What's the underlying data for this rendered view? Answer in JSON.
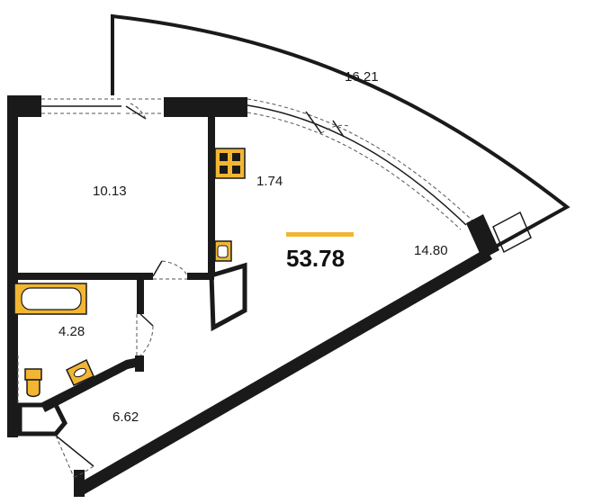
{
  "plan": {
    "total_area": "53.78",
    "accent_color": "#f2b632",
    "wall_color": "#1a1a1a"
  },
  "rooms": [
    {
      "id": "balcony",
      "area": "16.21"
    },
    {
      "id": "bedroom",
      "area": "10.13"
    },
    {
      "id": "kitchen-niche",
      "area": "1.74"
    },
    {
      "id": "living-room",
      "area": "14.80"
    },
    {
      "id": "bathroom",
      "area": "4.28"
    },
    {
      "id": "hallway",
      "area": "6.62"
    }
  ],
  "icons": [
    "stove-icon",
    "kitchen-sink-icon",
    "bathtub-icon",
    "toilet-icon",
    "washbasin-icon",
    "door-swing-icon"
  ]
}
